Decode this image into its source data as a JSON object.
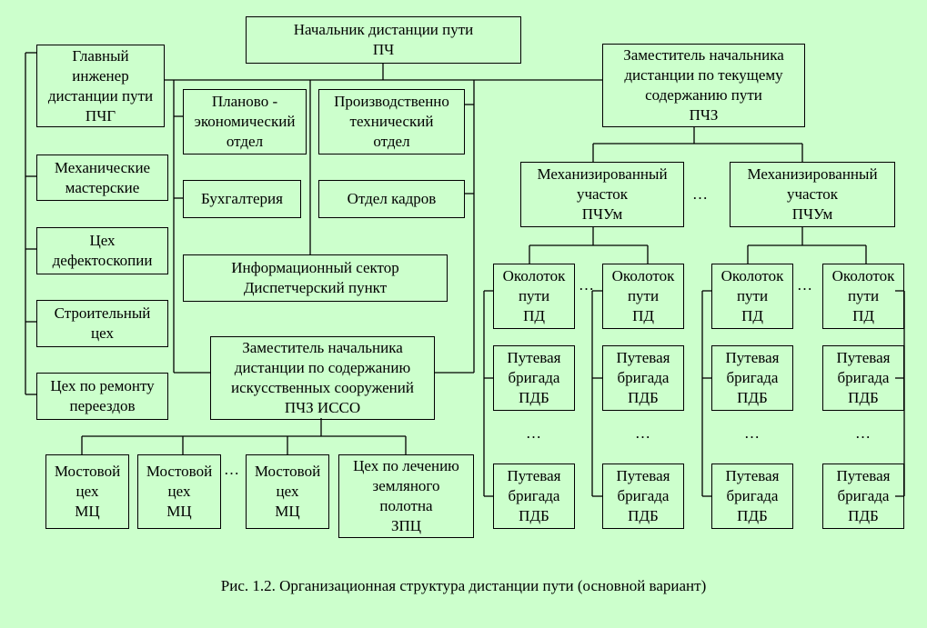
{
  "boxes": {
    "head": {
      "lines": [
        "Начальник дистанции пути",
        "ПЧ"
      ]
    },
    "chief_engineer": {
      "lines": [
        "Главный",
        "инженер",
        "дистанции пути",
        "ПЧГ"
      ]
    },
    "mech_workshops": {
      "lines": [
        "Механические",
        "мастерские"
      ]
    },
    "defect_shop": {
      "lines": [
        "Цех",
        "дефектоскопии"
      ]
    },
    "construction_shop": {
      "lines": [
        "Строительный",
        "цех"
      ]
    },
    "crossing_shop": {
      "lines": [
        "Цех по ремонту",
        "переездов"
      ]
    },
    "plan_econ": {
      "lines": [
        "Планово -",
        "экономический",
        "отдел"
      ]
    },
    "prod_tech": {
      "lines": [
        "Производственно",
        "технический",
        "отдел"
      ]
    },
    "accounting": {
      "lines": [
        "Бухгалтерия"
      ]
    },
    "hr": {
      "lines": [
        "Отдел кадров"
      ]
    },
    "info_sector": {
      "lines": [
        "Информационный сектор",
        "Диспетчерский пункт"
      ]
    },
    "deputy_isso": {
      "lines": [
        "Заместитель начальника",
        "дистанции по содержанию",
        "искусственных сооружений",
        "ПЧЗ ИССО"
      ]
    },
    "deputy_current": {
      "lines": [
        "Заместитель начальника",
        "дистанции по текущему",
        "содержанию пути",
        "ПЧЗ"
      ]
    },
    "mech_section_1": {
      "lines": [
        "Механизированный",
        "участок",
        "ПЧУм"
      ]
    },
    "mech_section_2": {
      "lines": [
        "Механизированный",
        "участок",
        "ПЧУм"
      ]
    },
    "bridge_1": {
      "lines": [
        "Мостовой",
        "цех",
        "МЦ"
      ]
    },
    "bridge_2": {
      "lines": [
        "Мостовой",
        "цех",
        "МЦ"
      ]
    },
    "bridge_3": {
      "lines": [
        "Мостовой",
        "цех",
        "МЦ"
      ]
    },
    "earthwork": {
      "lines": [
        "Цех по лечению",
        "земляного",
        "полотна",
        "ЗПЦ"
      ]
    },
    "okolotok_1": {
      "lines": [
        "Околоток",
        "пути",
        "ПД"
      ]
    },
    "okolotok_2": {
      "lines": [
        "Околоток",
        "пути",
        "ПД"
      ]
    },
    "okolotok_3": {
      "lines": [
        "Околоток",
        "пути",
        "ПД"
      ]
    },
    "okolotok_4": {
      "lines": [
        "Околоток",
        "пути",
        "ПД"
      ]
    },
    "brigade_1a": {
      "lines": [
        "Путевая",
        "бригада",
        "ПДБ"
      ]
    },
    "brigade_2a": {
      "lines": [
        "Путевая",
        "бригада",
        "ПДБ"
      ]
    },
    "brigade_3a": {
      "lines": [
        "Путевая",
        "бригада",
        "ПДБ"
      ]
    },
    "brigade_4a": {
      "lines": [
        "Путевая",
        "бригада",
        "ПДБ"
      ]
    },
    "brigade_1b": {
      "lines": [
        "Путевая",
        "бригада",
        "ПДБ"
      ]
    },
    "brigade_2b": {
      "lines": [
        "Путевая",
        "бригада",
        "ПДБ"
      ]
    },
    "brigade_3b": {
      "lines": [
        "Путевая",
        "бригада",
        "ПДБ"
      ]
    },
    "brigade_4b": {
      "lines": [
        "Путевая",
        "бригада",
        "ПДБ"
      ]
    }
  },
  "ellipsis": "…",
  "caption": "Рис. 1.2. Организационная структура дистанции пути (основной вариант)"
}
